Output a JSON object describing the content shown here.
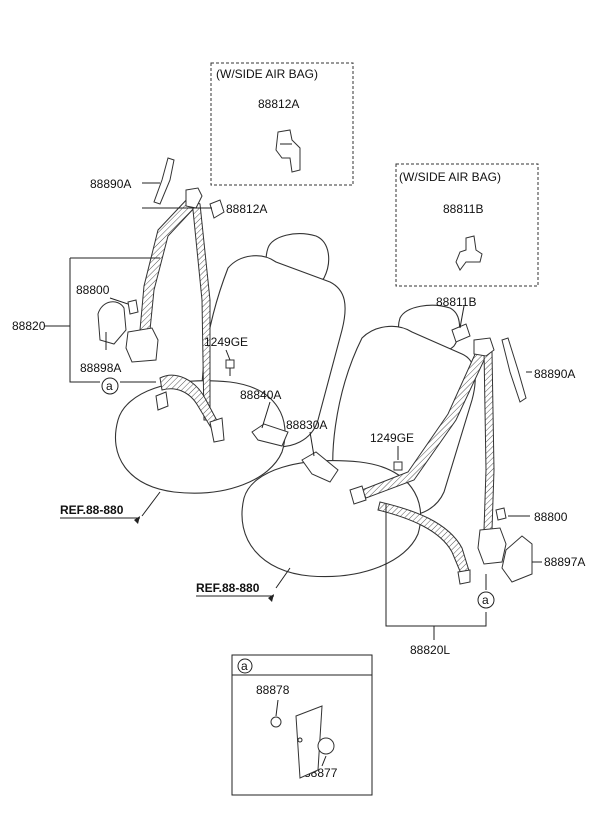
{
  "callouts": {
    "p88812A_box": "88812A",
    "p88812A": "88812A",
    "p88811B_box": "88811B",
    "p88811B": "88811B",
    "p88890A_left": "88890A",
    "p88890A_right": "88890A",
    "p88800_left": "88800",
    "p88800_right": "88800",
    "p88820": "88820",
    "p88898A": "88898A",
    "p1249GE_left": "1249GE",
    "p1249GE_right": "1249GE",
    "p88840A": "88840A",
    "p88830A": "88830A",
    "p88897A": "88897A",
    "p88820L": "88820L",
    "p88878": "88878",
    "p88877": "88877"
  },
  "variant_boxes": {
    "left_title": "(W/SIDE AIR BAG)",
    "right_title": "(W/SIDE AIR BAG)"
  },
  "references": {
    "left": "REF.88-880",
    "right": "REF.88-880"
  },
  "markers": {
    "a_left": "a",
    "a_right": "a",
    "detail_a": "a"
  }
}
